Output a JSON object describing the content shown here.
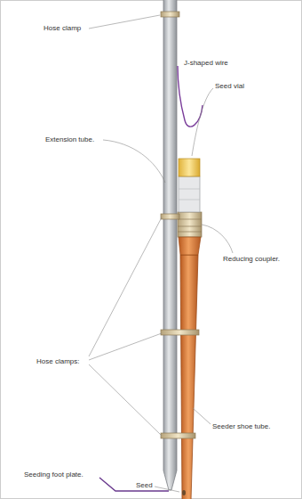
{
  "diagram": {
    "labels": [
      "Hose clamp",
      "J-shaped wire",
      "Seed vial",
      "Extension tube.",
      "Reducing coupler.",
      "Hose clamps:",
      "Seeder shoe tube.",
      "Seeding foot plate.",
      "Seed"
    ]
  }
}
